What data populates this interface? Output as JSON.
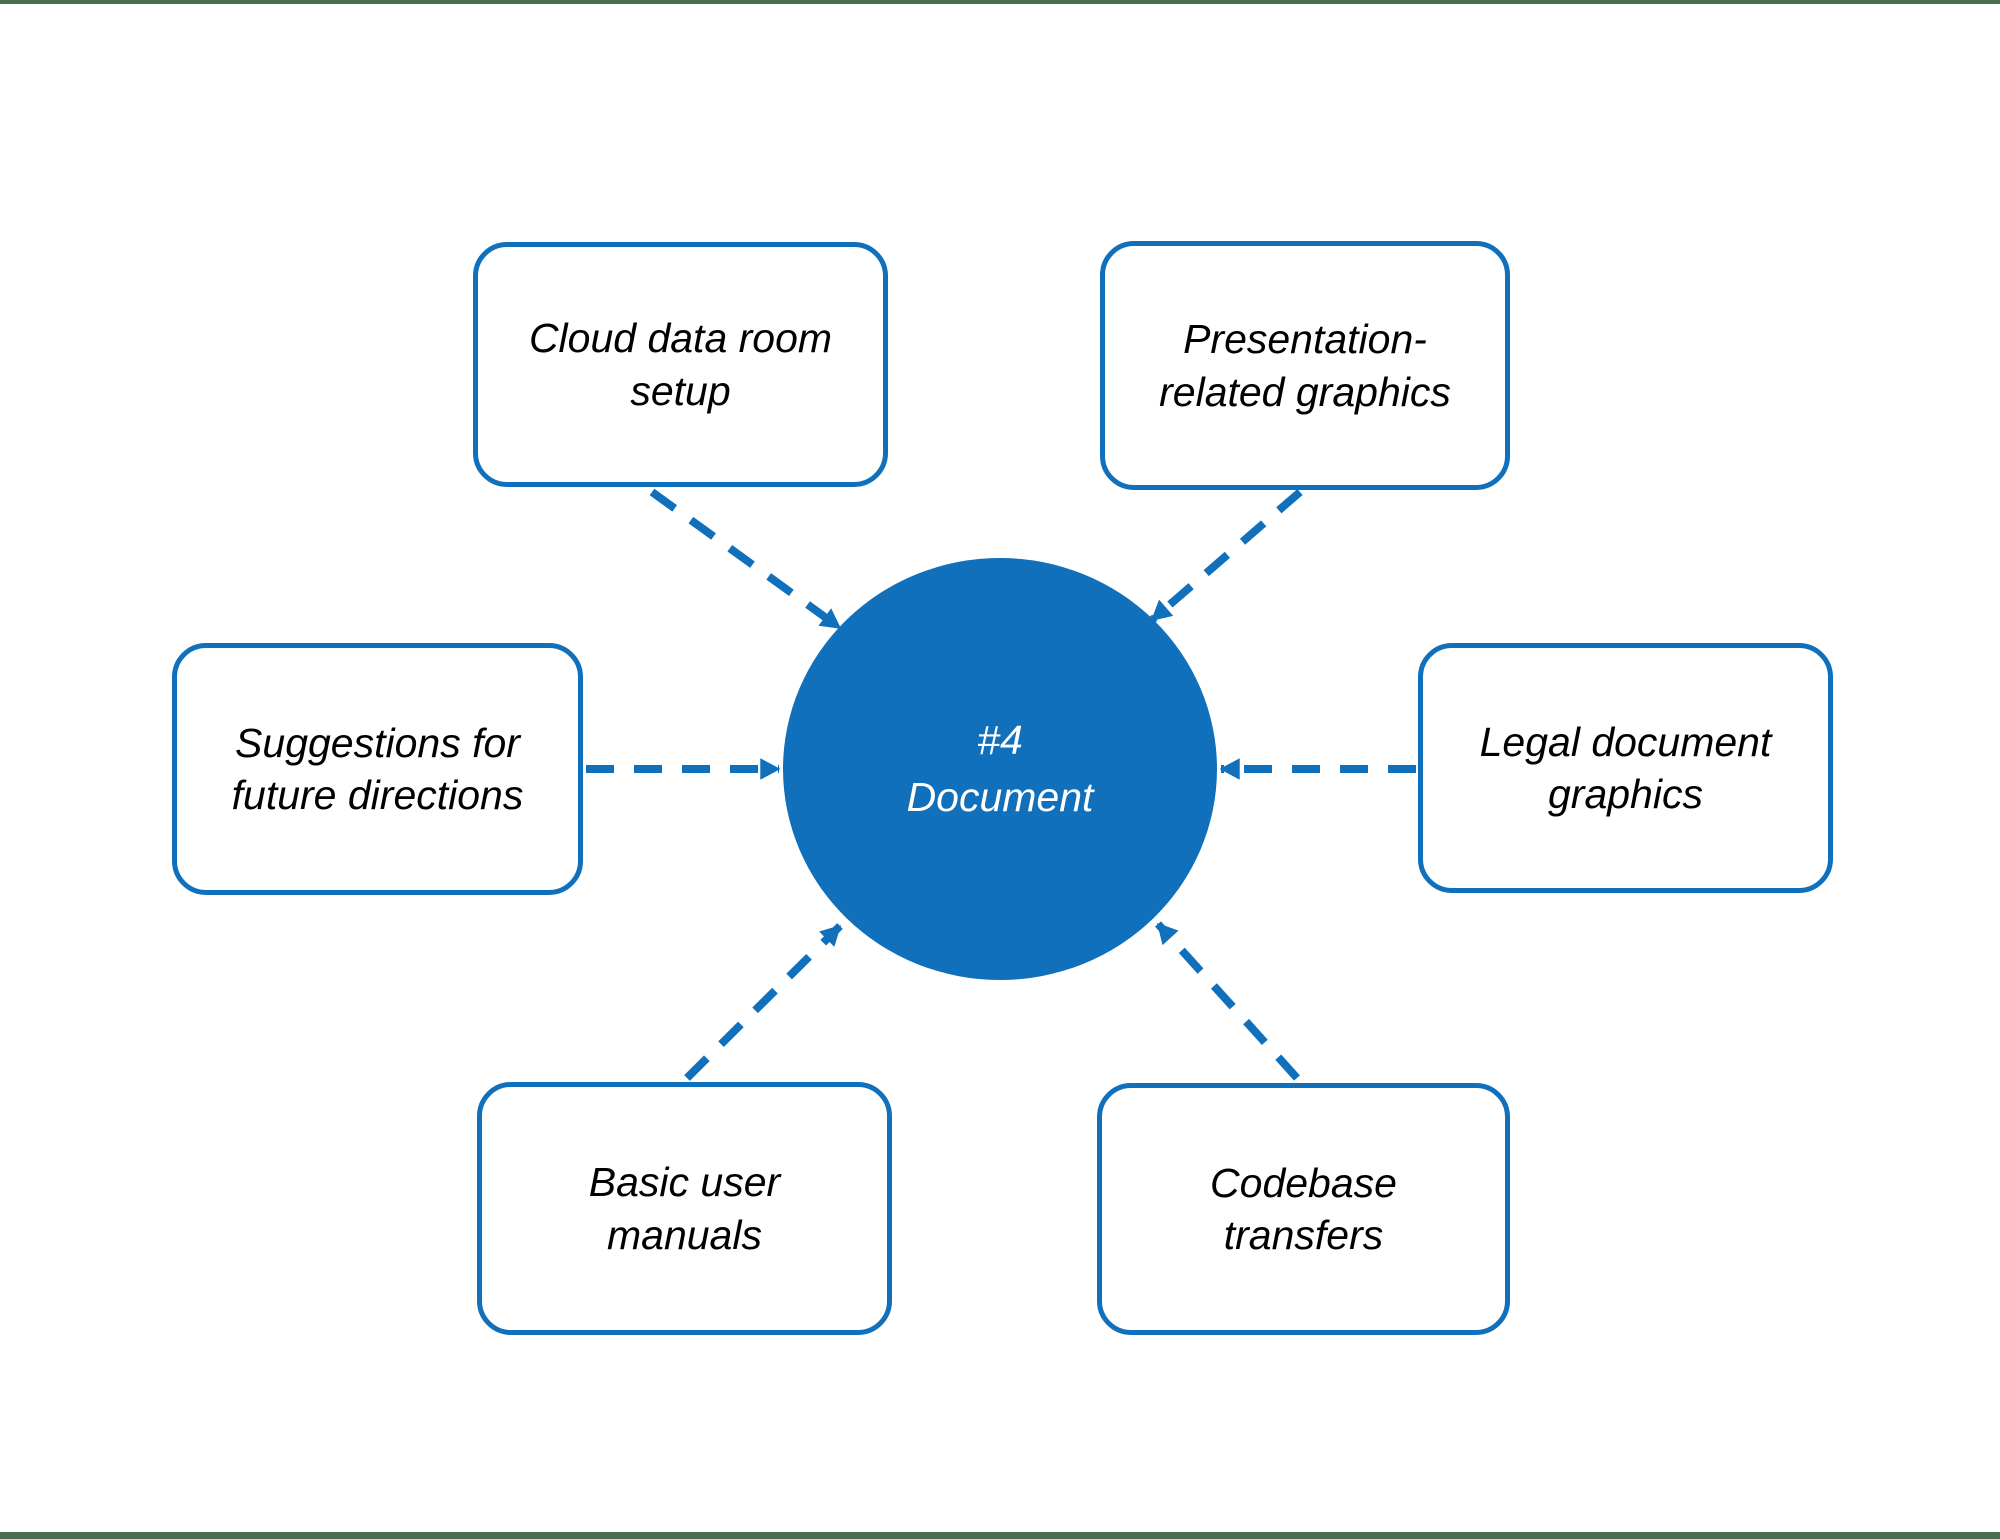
{
  "theme": {
    "accent_blue": "#1070BC",
    "band_green": "#4A6E50",
    "background": "#FFFFFF",
    "text_color": "#000000",
    "center_text_color": "#FFFFFF"
  },
  "diagram": {
    "center": {
      "label": "#4\nDocument"
    },
    "nodes": [
      {
        "id": "cloud-data-room-setup",
        "label": "Cloud data room\nsetup"
      },
      {
        "id": "presentation-related-graphics",
        "label": "Presentation-\nrelated graphics"
      },
      {
        "id": "suggestions-future-directions",
        "label": "Suggestions for\nfuture directions"
      },
      {
        "id": "legal-document-graphics",
        "label": "Legal document\ngraphics"
      },
      {
        "id": "basic-user-manuals",
        "label": "Basic user\nmanuals"
      },
      {
        "id": "codebase-transfers",
        "label": "Codebase\ntransfers"
      }
    ]
  }
}
